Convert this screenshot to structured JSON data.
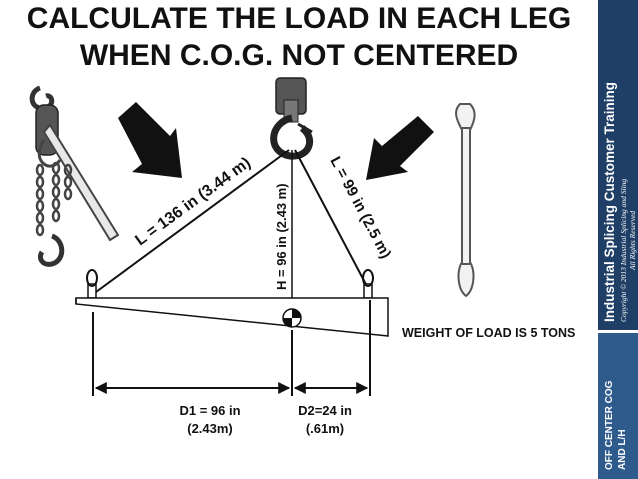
{
  "slide": {
    "title_line1": "CALCULATE THE LOAD IN EACH LEG",
    "title_line2": "WHEN C.O.G. NOT CENTERED"
  },
  "sidebar": {
    "brand": "Industrial Splicing Customer Training",
    "copyright": "Copyright © 2013 Industrial Splicing and Sling",
    "rights": "All Rights Reserved",
    "section_line1": "OFF CENTER COG",
    "section_line2": "AND L/H",
    "colors": {
      "top": "#1f3f66",
      "bottom": "#2e5a8c"
    }
  },
  "diagram": {
    "left_leg_label": "L = 136 in (3.44 m)",
    "height_label": "H = 96 in (2.43 m)",
    "right_leg_label": "L = 99 in (2.5 m)",
    "weight_note": "WEIGHT OF LOAD IS 5 TONS",
    "d1_line1": "D1 = 96 in",
    "d1_line2": "(2.43m)",
    "d2_line1": "D2=24 in",
    "d2_line2": "(.61m)"
  }
}
